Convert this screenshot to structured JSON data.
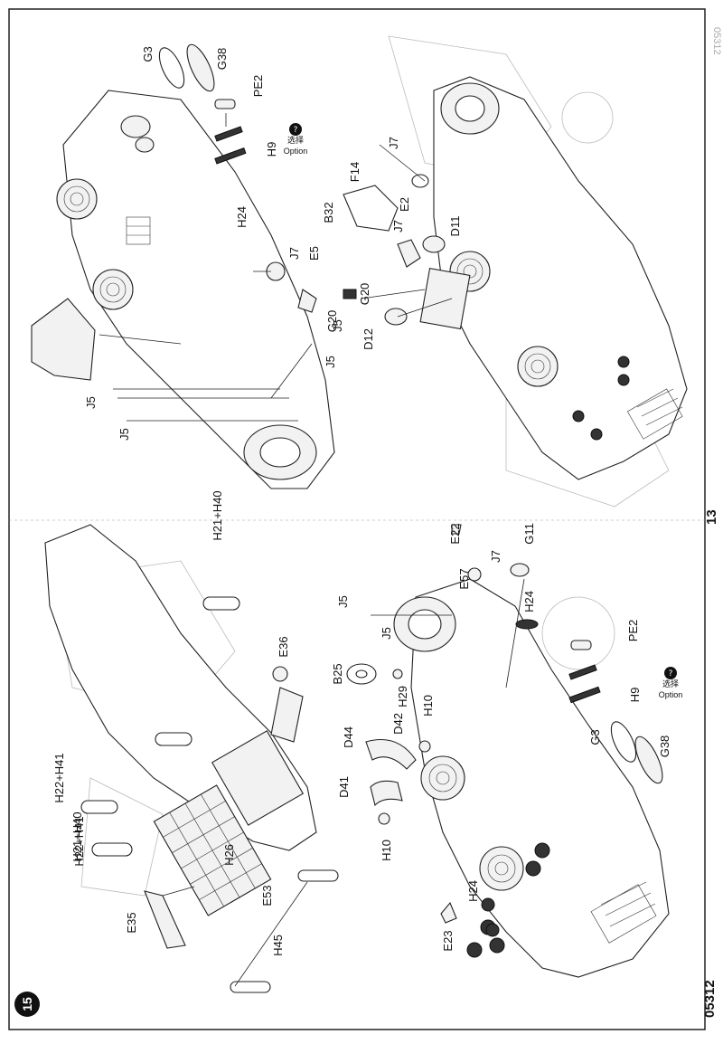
{
  "page": {
    "kit_number": "05312",
    "page_number": "13",
    "step_number": "15",
    "kit_number_mirror": "05312"
  },
  "option": {
    "chinese": "选择",
    "english": "Option",
    "circle_mark": "?"
  },
  "left_top_labels": [
    "H21+H40",
    "H22+H41",
    "H21+H40",
    "H22+H41",
    "E36",
    "E35",
    "E53",
    "H26",
    "H45"
  ],
  "left_bottom_labels": [
    "B25",
    "D44",
    "D42",
    "D41",
    "H10",
    "H29",
    "H10",
    "J5",
    "J5",
    "E22",
    "E57",
    "J7",
    "G11",
    "H24",
    "PE2",
    "H9",
    "G3",
    "G38",
    "H24",
    "E23"
  ],
  "right_top_labels": [
    "G3",
    "G38",
    "PE2",
    "H9",
    "H24",
    "J7",
    "E5",
    "J5",
    "J5",
    "J5",
    "J5"
  ],
  "right_bottom_labels": [
    "J7",
    "F14",
    "B32",
    "J7",
    "E2",
    "D11",
    "G20",
    "G20",
    "D12"
  ]
}
